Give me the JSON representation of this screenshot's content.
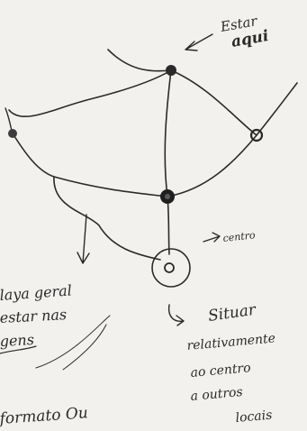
{
  "annotations": {
    "top_note_line1": "Estar",
    "top_note_line2": "aqui",
    "center_note": "centro",
    "left_note_line1": "laya geral",
    "left_note_line2": "estar nas",
    "left_note_line3": "gens",
    "right_note_line1": "Situar",
    "right_note_line2": "relativamente",
    "right_note_line3": "ao centro",
    "right_note_line4": "a outros",
    "right_note_line5": "locais",
    "bottom_note": "formato Ou"
  },
  "nodes": [
    {
      "id": "top",
      "style": "filled"
    },
    {
      "id": "left",
      "style": "filled-small"
    },
    {
      "id": "right",
      "style": "open"
    },
    {
      "id": "middle",
      "style": "filled-large"
    },
    {
      "id": "center",
      "style": "ring"
    }
  ],
  "colors": {
    "paper": "#f3f1ee",
    "ink": "#2a2a2a"
  }
}
